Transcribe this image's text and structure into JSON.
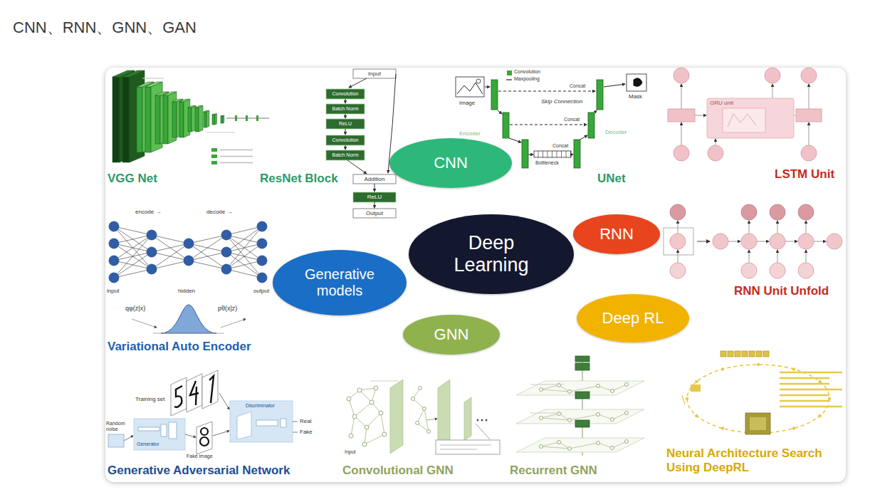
{
  "diagram": {
    "title": "CNN、RNN、GNN、GAN",
    "nodes": [
      {
        "text": [
          "CNN"
        ]
      },
      {
        "text": [
          "Deep Learning"
        ]
      },
      {
        "text": [
          "RNN"
        ]
      },
      {
        "text": [
          "Generative models"
        ]
      },
      {
        "text": [
          "Deep RL"
        ]
      },
      {
        "text": [
          "GNN"
        ]
      }
    ],
    "labels": [
      "VGG Net",
      "ResNet Block",
      "UNet",
      "LSTM Unit",
      "RNN Unit Unfold",
      "Variational Auto Encoder",
      "Generative Adversarial Network",
      "Convolutional GNN",
      "Recurrent GNN",
      "Neural Architecture Search Using DeepRL",
      "Input",
      "Convolution",
      "Batch Norm",
      "ReLU",
      "Convolution",
      "Batch Norm",
      "Addition",
      "ReLU",
      "Output",
      "Convolution",
      "Maxpooling",
      "Image",
      "Skip Connection",
      "Mask",
      "Concat",
      "Concat",
      "Concat",
      "Encoder",
      "Decoder",
      "Bottleneck",
      "GRU unit",
      "encode →",
      "decode →",
      "input",
      "hidden",
      "output",
      "qφ(z|x)",
      "pθ(x|z)",
      "Training set",
      "Random noise",
      "Generator",
      "Discriminator",
      "Real",
      "Fake",
      "Fake image",
      "Input"
    ]
  }
}
